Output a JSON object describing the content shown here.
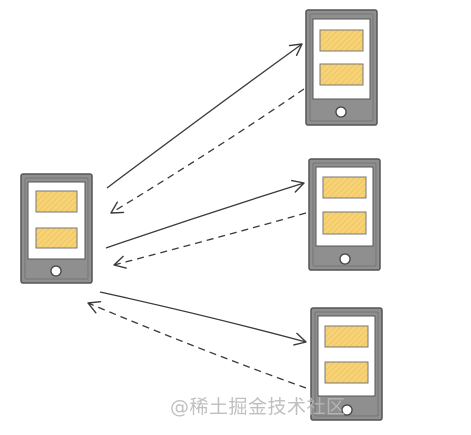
{
  "diagram": {
    "devices": [
      {
        "id": "client",
        "role": "left-phone",
        "blocks": 2
      },
      {
        "id": "server-top",
        "role": "right-phone",
        "blocks": 2
      },
      {
        "id": "server-middle",
        "role": "right-phone",
        "blocks": 2
      },
      {
        "id": "server-bottom",
        "role": "right-phone",
        "blocks": 2
      }
    ],
    "connections": [
      {
        "from": "client",
        "to": "server-top",
        "style": "solid"
      },
      {
        "from": "server-top",
        "to": "client",
        "style": "dashed"
      },
      {
        "from": "client",
        "to": "server-middle",
        "style": "solid"
      },
      {
        "from": "server-middle",
        "to": "client",
        "style": "dashed"
      },
      {
        "from": "client",
        "to": "server-bottom",
        "style": "solid"
      },
      {
        "from": "server-bottom",
        "to": "client",
        "style": "dashed"
      }
    ],
    "colors": {
      "phone_body": "#8f8f8f",
      "phone_screen": "#ffffff",
      "block_fill": "#f7d377",
      "block_hatch": "#ecbc52",
      "ink": "#3a3a3a"
    }
  },
  "watermark": {
    "text": "@稀土掘金技术社区"
  }
}
